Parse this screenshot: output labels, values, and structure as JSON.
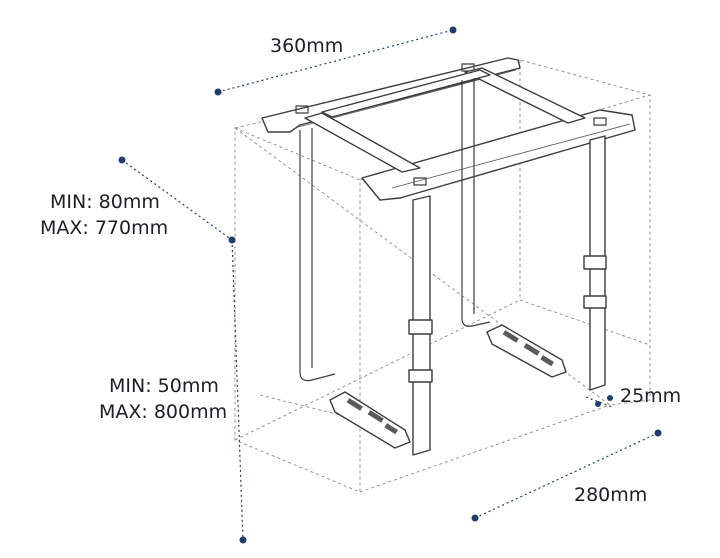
{
  "dimensions": {
    "width": "360mm",
    "height_min": "MIN: 80mm",
    "height_max": "MAX: 770mm",
    "depth_min": "MIN: 50mm",
    "depth_max": "MAX: 800mm",
    "strap": "25mm",
    "length": "280mm"
  },
  "colors": {
    "dimension_line": "#1f3f6a",
    "outline": "#3c3c3c",
    "text": "#1e1e24"
  }
}
